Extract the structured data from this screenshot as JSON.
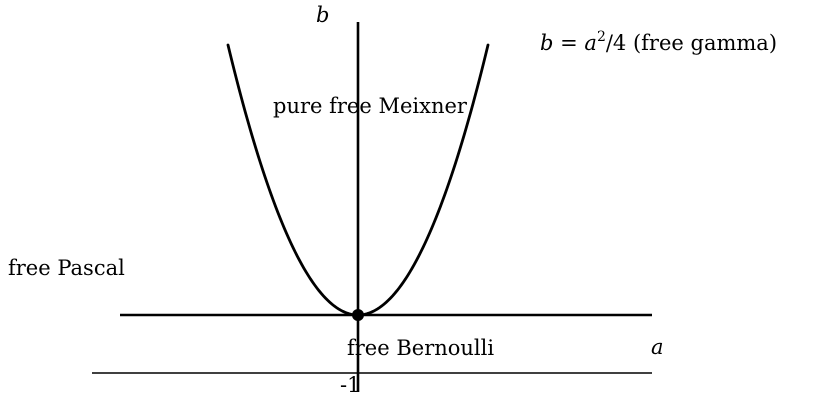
{
  "axes": {
    "x_label": "a",
    "y_label": "b"
  },
  "equation": {
    "lhs": "b",
    "equals": " = ",
    "base": "a",
    "exponent": "2",
    "rest": "/4 (free gamma)"
  },
  "regions": {
    "pure_free_meixner": "pure free Meixner",
    "free_pascal": "free Pascal",
    "free_bernoulli": "free Bernoulli"
  },
  "ticks": {
    "minus_one": "-1"
  },
  "colors": {
    "ink": "#000000",
    "background": "#ffffff"
  }
}
